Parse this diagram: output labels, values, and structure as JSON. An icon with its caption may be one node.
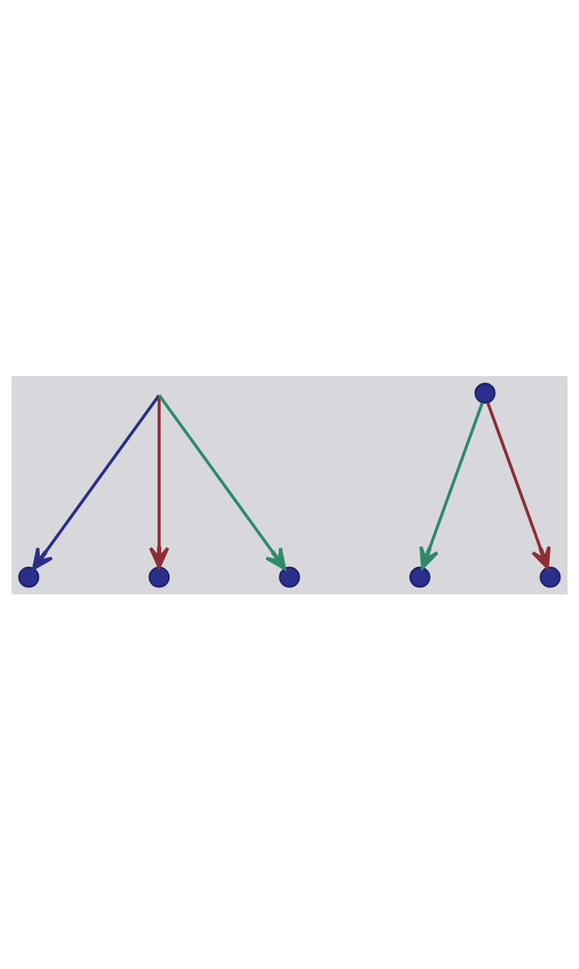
{
  "diagram": {
    "nodes": [
      {
        "text": [],
        "shape": "circle"
      },
      {
        "text": [],
        "shape": "circle"
      },
      {
        "text": [],
        "shape": "circle"
      },
      {
        "text": [],
        "shape": "circle"
      },
      {
        "text": [],
        "shape": "circle"
      },
      {
        "text": [],
        "shape": "circle"
      }
    ],
    "edges": [
      {
        "from": null,
        "to": 0,
        "arrow": "to",
        "color": "#2b2f8c"
      },
      {
        "from": null,
        "to": 1,
        "arrow": "to",
        "color": "#8c2f35"
      },
      {
        "from": null,
        "to": 2,
        "arrow": "to",
        "color": "#2f8a6c"
      },
      {
        "from": 4,
        "to": 3,
        "arrow": "to",
        "color": "#2f8a6c"
      },
      {
        "from": 4,
        "to": 5,
        "arrow": "to",
        "color": "#8c2f35"
      }
    ]
  }
}
